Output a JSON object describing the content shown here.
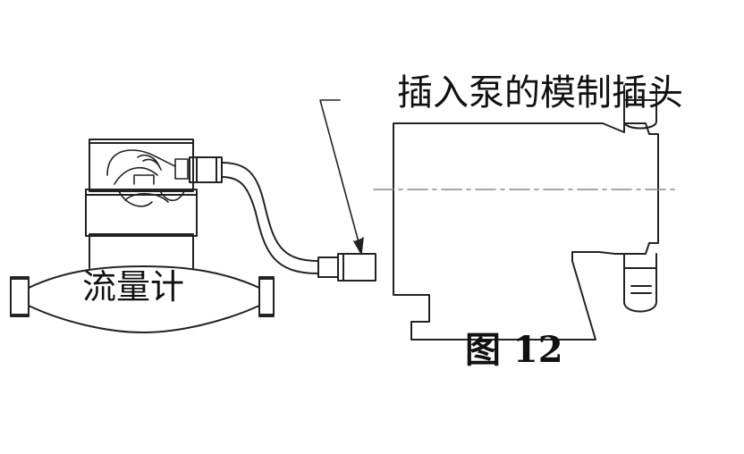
{
  "labels": {
    "pump_plug": "插入泵的模制插头",
    "flow_meter": "流量计",
    "figure": "图 12"
  },
  "colors": {
    "line": "#222222",
    "centerline": "#888888",
    "background": "#ffffff"
  }
}
